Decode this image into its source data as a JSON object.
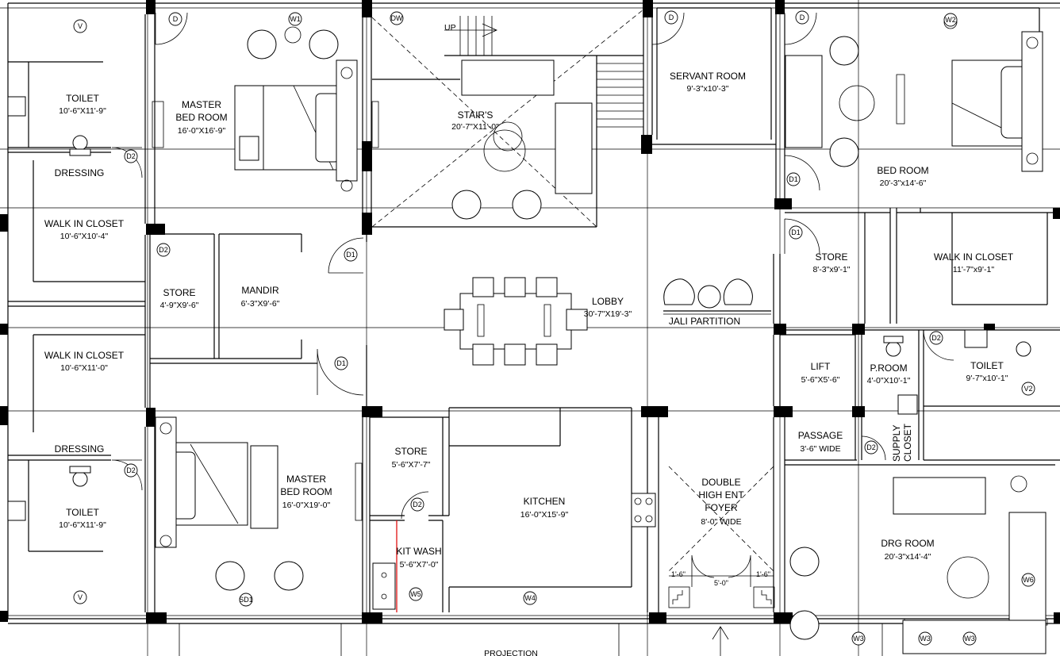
{
  "rooms": [
    {
      "id": "toilet-top-left",
      "name": "TOILET",
      "dim": "10'-6\"X11'-9\""
    },
    {
      "id": "master-bed-top",
      "name": "MASTER\nBED ROOM",
      "dim": "16'-0\"X16'-9\""
    },
    {
      "id": "stairs",
      "name": "STAIR'S",
      "dim": "20'-7\"X11'-0\""
    },
    {
      "id": "servant-room",
      "name": "SERVANT ROOM",
      "dim": "9'-3\"x10'-3\""
    },
    {
      "id": "bed-room",
      "name": "BED ROOM",
      "dim": "20'-3\"x14'-6\""
    },
    {
      "id": "walk-in-closet-top-left",
      "name": "WALK IN CLOSET",
      "dim": "10'-6\"X10'-4\""
    },
    {
      "id": "store-left",
      "name": "STORE",
      "dim": "4'-9\"X9'-6\""
    },
    {
      "id": "mandir",
      "name": "MANDIR",
      "dim": "6'-3\"X9'-6\""
    },
    {
      "id": "lobby",
      "name": "LOBBY",
      "dim": "30'-7\"X19'-3\""
    },
    {
      "id": "store-right",
      "name": "STORE",
      "dim": "8'-3\"x9'-1\""
    },
    {
      "id": "walk-in-closet-right",
      "name": "WALK IN CLOSET",
      "dim": "11'-7\"x9'-1\""
    },
    {
      "id": "walk-in-closet-bottom-left",
      "name": "WALK IN CLOSET",
      "dim": "10'-6\"X11'-0\""
    },
    {
      "id": "lift",
      "name": "LIFT",
      "dim": "5'-6\"X5'-6\""
    },
    {
      "id": "p-room",
      "name": "P.ROOM",
      "dim": "4'-0\"X10'-1\""
    },
    {
      "id": "toilet-right",
      "name": "TOILET",
      "dim": "9'-7\"x10'-1\""
    },
    {
      "id": "passage",
      "name": "PASSAGE",
      "dim": "3'-6\" WIDE"
    },
    {
      "id": "toilet-bottom-left",
      "name": "TOILET",
      "dim": "10'-6\"X11'-9\""
    },
    {
      "id": "master-bed-bottom",
      "name": "MASTER\nBED ROOM",
      "dim": "16'-0\"X19'-0\""
    },
    {
      "id": "store-kitchen",
      "name": "STORE",
      "dim": "5'-6\"X7'-7\""
    },
    {
      "id": "kitchen",
      "name": "KITCHEN",
      "dim": "16'-0\"X15'-9\""
    },
    {
      "id": "kit-wash",
      "name": "KIT WASH",
      "dim": "5'-6\"X7'-0\""
    },
    {
      "id": "foyer",
      "name": "DOUBLE\nHIGH ENT\nFOYER",
      "dim": "8'-0\" WIDE"
    },
    {
      "id": "drg-room",
      "name": "DRG ROOM",
      "dim": "20'-3\"x14'-4\""
    }
  ],
  "labels": {
    "dressing_top": "DRESSING",
    "dressing_bottom": "DRESSING",
    "jali": "JALI PARTITION",
    "supply_closet": "SUPPLY\nCLOSET",
    "up": "UP",
    "projection": "PROJECTION",
    "foyer_dim_left": "1'-6\"",
    "foyer_dim_mid": "5'-0\"",
    "foyer_dim_right": "1'-6\""
  },
  "tags": [
    {
      "id": "v-top",
      "text": "V"
    },
    {
      "id": "d-mbr-top",
      "text": "D"
    },
    {
      "id": "w1",
      "text": "W1"
    },
    {
      "id": "dw",
      "text": "DW"
    },
    {
      "id": "d-servant",
      "text": "D"
    },
    {
      "id": "d-bed",
      "text": "D"
    },
    {
      "id": "w2",
      "text": "W2"
    },
    {
      "id": "d2-toilet-top",
      "text": "D2"
    },
    {
      "id": "d1-bed",
      "text": "D1"
    },
    {
      "id": "d2-store",
      "text": "D2"
    },
    {
      "id": "d1-mandir",
      "text": "D1"
    },
    {
      "id": "d1-store-right",
      "text": "D1"
    },
    {
      "id": "d1-lower",
      "text": "D1"
    },
    {
      "id": "d2-proom",
      "text": "D2"
    },
    {
      "id": "v2",
      "text": "V2"
    },
    {
      "id": "d2-passage",
      "text": "D2"
    },
    {
      "id": "d2-toilet-bottom",
      "text": "D2"
    },
    {
      "id": "d2-kit",
      "text": "D2"
    },
    {
      "id": "w5",
      "text": "W5"
    },
    {
      "id": "w4",
      "text": "W4"
    },
    {
      "id": "v-bottom",
      "text": "V"
    },
    {
      "id": "sd1",
      "text": "SD1"
    },
    {
      "id": "w6",
      "text": "W6"
    },
    {
      "id": "w3-left",
      "text": "W3"
    },
    {
      "id": "w3-mid",
      "text": "W3"
    },
    {
      "id": "w3-right",
      "text": "W3"
    }
  ]
}
